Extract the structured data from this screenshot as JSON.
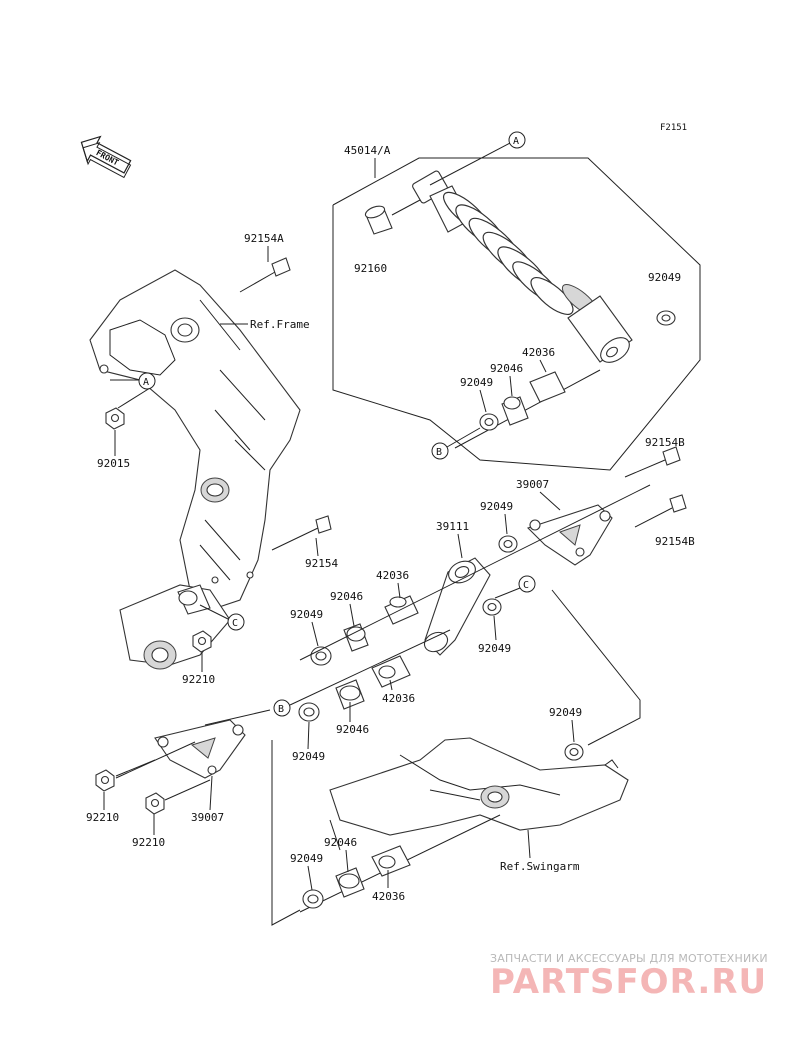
{
  "figure_id": "F2151",
  "front_badge": "FRONT",
  "references": {
    "frame": "Ref.Frame",
    "swingarm": "Ref.Swingarm"
  },
  "callout_letters": {
    "a": "A",
    "b": "B",
    "c": "C"
  },
  "part_numbers": {
    "shock_assembly": "45014/A",
    "sleeve_top": "92160",
    "oil_seal_top": "92049",
    "bolt_frame": "92154A",
    "nut_frame": "92015",
    "sleeve_shock_bottom": "42036",
    "bearing_shock_bottom": "92046",
    "seal_shock_bottom": "92049",
    "bolt_rod_right": "92154B",
    "rod_right": "39007",
    "seal_rod_right": "92049",
    "bolt_rod_lower": "92154B",
    "rocker": "39111",
    "bolt_frame_lower": "92154",
    "sleeve_rocker_upper": "42036",
    "bearing_rocker_upper": "92046",
    "seal_rocker_upper": "92049",
    "seal_rocker_right": "92049",
    "nut_frame_lower": "92210",
    "sleeve_rocker_lower": "42036",
    "bearing_rocker_lower": "92046",
    "seal_rocker_lower": "92049",
    "rod_left": "39007",
    "nut_rod_left_a": "92210",
    "nut_rod_left_b": "92210",
    "seal_swingarm": "92049",
    "bearing_swingarm": "92046",
    "seal_swingarm_bottom": "92049",
    "sleeve_swingarm": "42036"
  },
  "watermark": {
    "caption": "ЗАПЧАСТИ И АКСЕССУАРЫ ДЛЯ МОТОТЕХНИКИ",
    "logo": "PARTSFOR.RU"
  }
}
